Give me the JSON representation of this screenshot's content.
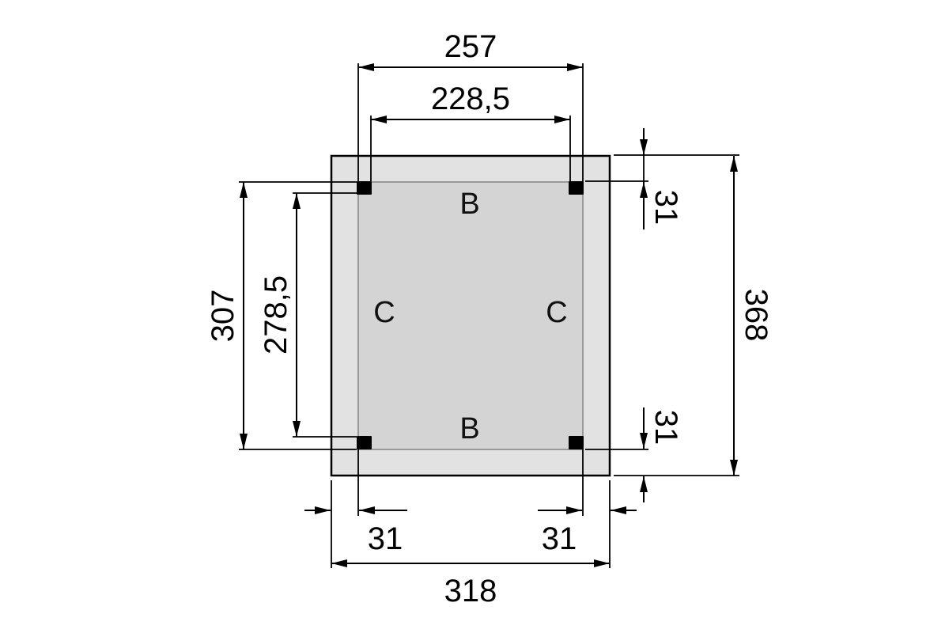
{
  "diagram": {
    "type": "top-view dimension drawing",
    "colors": {
      "outer_fill": "#e2e2e2",
      "inner_fill": "#d4d4d4",
      "inner_border": "#9a9a9a",
      "outline": "#000000",
      "post": "#000000"
    },
    "dimensions": {
      "top_outer": "257",
      "top_inner": "228,5",
      "left_outer": "307",
      "left_inner": "278,5",
      "right_total": "368",
      "right_top_offset": "31",
      "right_bottom_offset": "31",
      "bottom_left_offset": "31",
      "bottom_right_offset": "31",
      "bottom_total": "318"
    },
    "labels": {
      "top": "B",
      "bottom": "B",
      "left": "C",
      "right": "C"
    },
    "posts": [
      "top-left",
      "top-right",
      "bottom-left",
      "bottom-right"
    ]
  }
}
